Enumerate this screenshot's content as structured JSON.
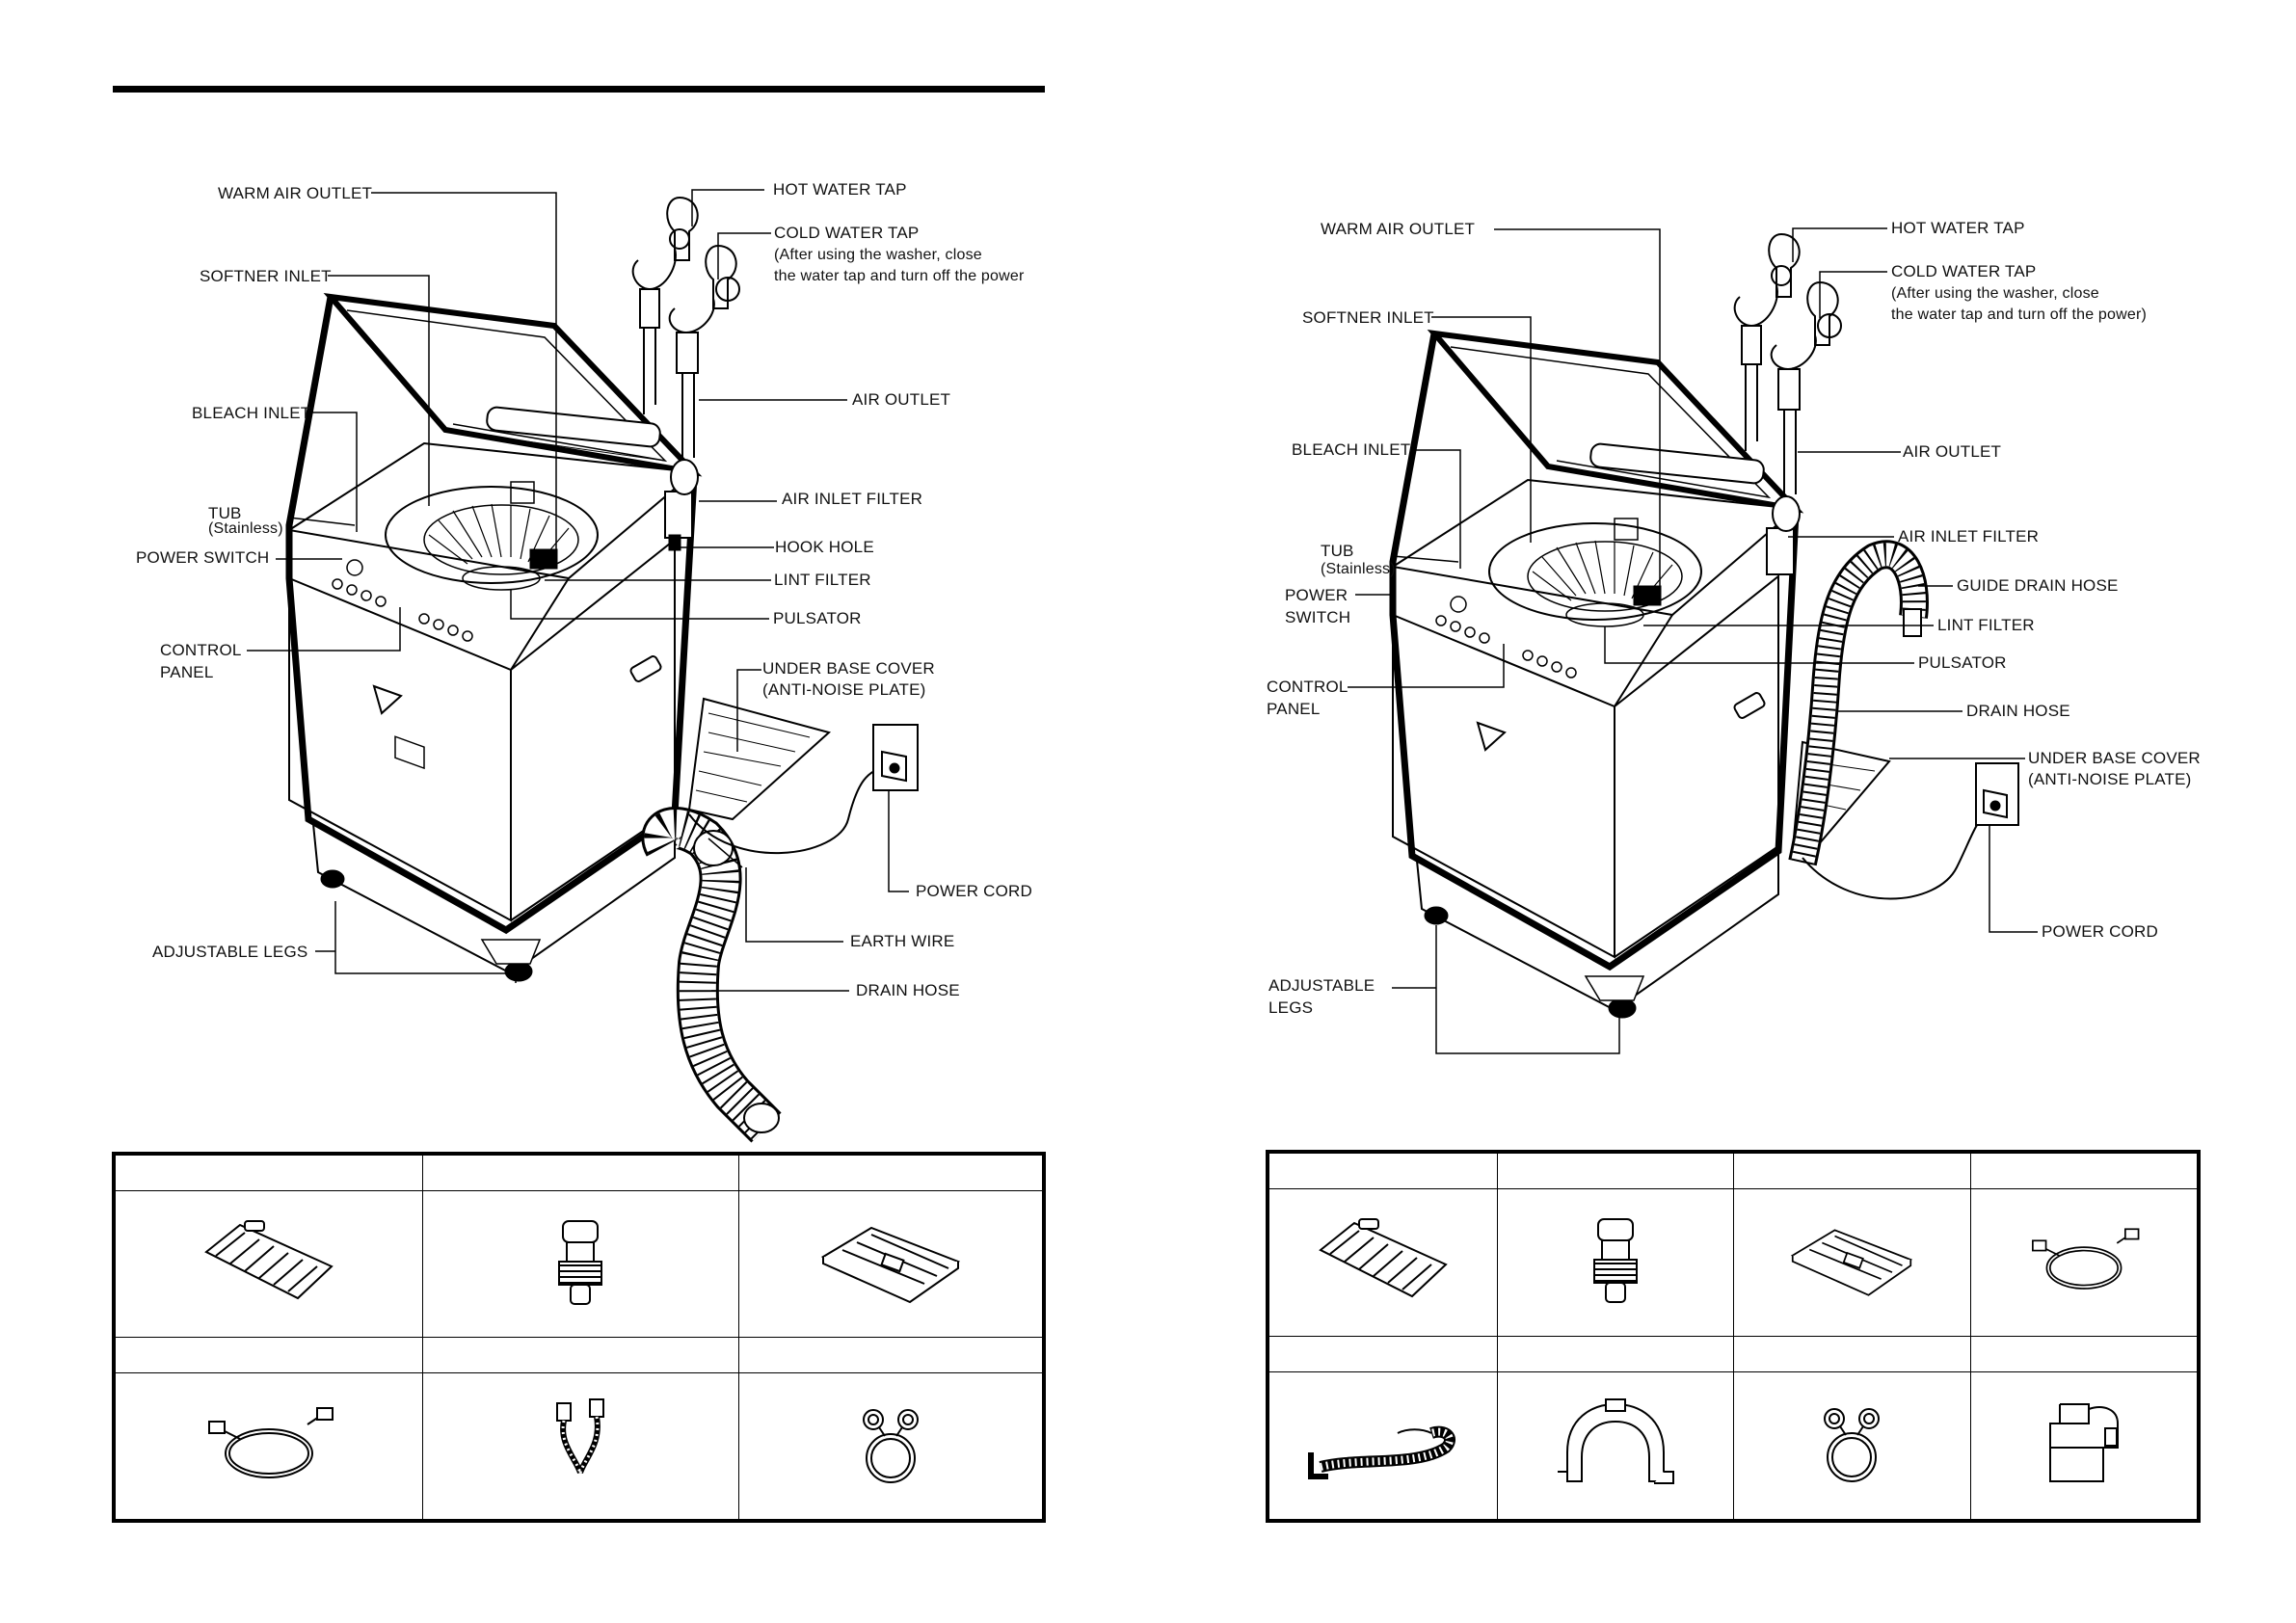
{
  "left_diagram": {
    "labels": {
      "warm_air_outlet": "WARM AIR OUTLET",
      "softner_inlet": "SOFTNER INLET",
      "bleach_inlet": "BLEACH INLET",
      "tub": "TUB",
      "tub_sub": "(Stainless)",
      "power_switch": "POWER SWITCH",
      "control_panel_1": "CONTROL",
      "control_panel_2": "PANEL",
      "adjustable_legs": "ADJUSTABLE LEGS",
      "hot_water_tap": "HOT WATER TAP",
      "cold_water_tap": "COLD WATER TAP",
      "cold_note_1": "(After using the washer, close",
      "cold_note_2": "the water tap and turn off the power",
      "air_outlet": "AIR OUTLET",
      "air_inlet_filter": "AIR INLET FILTER",
      "hook_hole": "HOOK HOLE",
      "lint_filter": "LINT FILTER",
      "pulsator": "PULSATOR",
      "under_base_cover_1": "UNDER BASE COVER",
      "under_base_cover_2": "(ANTI-NOISE PLATE)",
      "power_cord": "POWER CORD",
      "earth_wire": "EARTH WIRE",
      "drain_hose": "DRAIN HOSE"
    }
  },
  "right_diagram": {
    "labels": {
      "warm_air_outlet": "WARM AIR OUTLET",
      "softner_inlet": "SOFTNER INLET",
      "bleach_inlet": "BLEACH INLET",
      "tub": "TUB",
      "tub_sub": "(Stainless)",
      "power_switch_1": "POWER",
      "power_switch_2": "SWITCH",
      "control_panel_1": "CONTROL",
      "control_panel_2": "PANEL",
      "adjustable_legs_1": "ADJUSTABLE",
      "adjustable_legs_2": "LEGS",
      "hot_water_tap": "HOT WATER TAP",
      "cold_water_tap": "COLD WATER TAP",
      "cold_note_1": "(After using the washer, close",
      "cold_note_2": "the water tap and turn off the power)",
      "air_outlet": "AIR OUTLET",
      "air_inlet_filter": "AIR INLET FILTER",
      "guide_drain_hose": "GUIDE DRAIN HOSE",
      "lint_filter": "LINT FILTER",
      "pulsator": "PULSATOR",
      "drain_hose": "DRAIN HOSE",
      "under_base_cover_1": "UNDER BASE COVER",
      "under_base_cover_2": "(ANTI-NOISE PLATE)",
      "power_cord": "POWER CORD"
    }
  },
  "left_accessories": {
    "icons": [
      "anti-noise-plate-icon",
      "connector-icon",
      "under-base-cover-icon",
      "hose-cable-icon",
      "inlet-hose-icon",
      "hose-clamp-icon"
    ]
  },
  "right_accessories": {
    "icons": [
      "anti-noise-plate-icon",
      "connector-icon",
      "under-base-cover-icon",
      "hose-cable-icon",
      "drain-hose-icon",
      "guide-drain-hose-icon",
      "hose-clamp-icon",
      "hose-holder-icon"
    ]
  }
}
